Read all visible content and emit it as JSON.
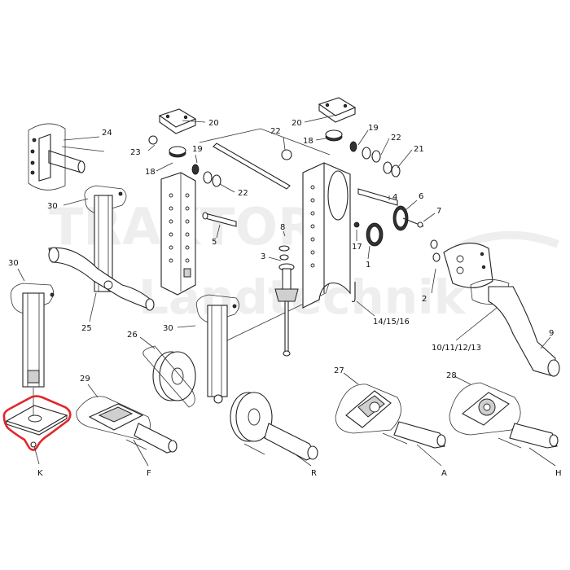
{
  "watermark": {
    "line1": "TRAKTOR",
    "line2": "Landtechnik"
  },
  "labels": {
    "l1": "1",
    "l2": "2",
    "l3": "3",
    "l4": "4",
    "l5": "5",
    "l6": "6",
    "l7": "7",
    "l8": "8",
    "l9": "9",
    "l17": "17",
    "l18a": "18",
    "l18b": "18",
    "l19a": "19",
    "l19b": "19",
    "l20a": "20",
    "l20b": "20",
    "l21": "21",
    "l22a": "22",
    "l22b": "22",
    "l22c": "22",
    "l23": "23",
    "l24": "24",
    "l25": "25",
    "l26": "26",
    "l27": "27",
    "l28": "28",
    "l29": "29",
    "l30a": "30",
    "l30b": "30",
    "l30c": "30",
    "l141516": "14/15/16",
    "l10111213": "10/11/12/13",
    "lK": "K",
    "lF": "F",
    "lR": "R",
    "lA": "A",
    "lH": "H"
  },
  "colors": {
    "highlight": "#e3262b",
    "line": "#222222"
  }
}
